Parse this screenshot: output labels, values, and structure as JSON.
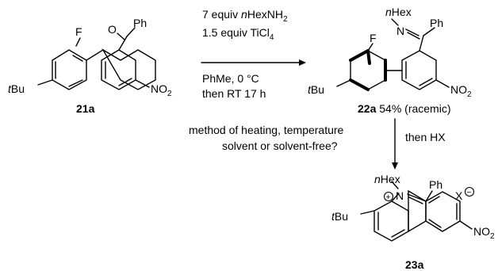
{
  "compound_21a": {
    "id": "21a",
    "substituents": {
      "fluoro": "F",
      "oxygen": "O",
      "phenyl": "Ph",
      "tbu_prefix": "t",
      "tbu_suffix": "Bu",
      "nitro_main": "NO",
      "nitro_sub": "2"
    }
  },
  "arrow1_conditions": {
    "line1_amount": "7 equiv ",
    "line1_amine_prefix": "n",
    "line1_amine_main": "HexNH",
    "line1_amine_sub": "2",
    "line2_main": "1.5 equiv TiCl",
    "line2_sub": "4",
    "line3": "PhMe, 0 °C",
    "line4": "then RT 17 h"
  },
  "compound_22a": {
    "id": "22a",
    "yield_text": " 54% (racemic)",
    "substituents": {
      "hex_prefix": "n",
      "hex_main": "Hex",
      "nitrogen": "N",
      "phenyl": "Ph",
      "fluoro": "F",
      "tbu_prefix": "t",
      "tbu_suffix": "Bu",
      "nitro_main": "NO",
      "nitro_sub": "2"
    }
  },
  "arrow2_conditions": {
    "question_line1": "method of heating, temperature",
    "question_line2": "solvent or solvent-free?",
    "reagent": "then HX"
  },
  "compound_23a": {
    "id": "23a",
    "substituents": {
      "hex_prefix": "n",
      "hex_main": "Hex",
      "plus_charge": "+",
      "nitrogen": "N",
      "phenyl": "Ph",
      "counterion": "X",
      "minus_charge": "−",
      "tbu_prefix": "t",
      "tbu_suffix": "Bu",
      "nitro_main": "NO",
      "nitro_sub": "2"
    }
  }
}
